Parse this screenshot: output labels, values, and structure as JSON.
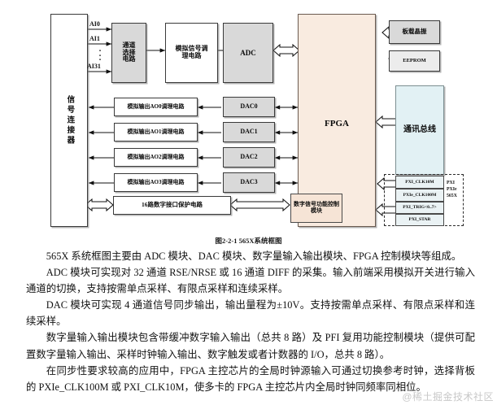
{
  "diagram": {
    "signal_connector": "信号连接器",
    "channel_select": "通道选择电路",
    "analog_conditioning": "模拟信号调理电路",
    "adc": "ADC",
    "fpga": "FPGA",
    "digital_ctrl_module": "数字信号功能控制模块",
    "onboard_crystal": "板载晶振",
    "eeprom": "EEPROM",
    "comm_bus": "通讯总线",
    "dio_protect": "16路数字接口保护电路",
    "ai_labels": [
      "AI0",
      "AI1",
      "AI31"
    ],
    "ao_blocks": [
      "模拟输出AO0调理电路",
      "模拟输出AO1调理电路",
      "模拟输出AO2调理电路",
      "模拟输出AO3调理电路"
    ],
    "dac_blocks": [
      "DAC0",
      "DAC1",
      "DAC2",
      "DAC3"
    ],
    "pxi_signals": [
      "PXI_CLK10M",
      "PXIe_CLK100M",
      "PXI_TRIG<0..7>",
      "PXI_STAR"
    ],
    "pxi_side_label": "PXI\nPXIe\n565X",
    "colors": {
      "block_grey": "#d9d9d9",
      "fpga_peach": "#f9ebe0",
      "bus_cyan": "#e2f1f4",
      "border": "#3a3a3a"
    }
  },
  "caption": "图2-2-1 565X系统框图",
  "paragraphs": [
    "565X 系统框图主要由 ADC 模块、DAC 模块、数字量输入输出模块、FPGA 控制模块等组成。",
    "ADC 模块可实现对 32 通道 RSE/NRSE 或 16 通道 DIFF 的采集。输入前端采用模拟开关进行输入通道的切换，支持按需单点采样、有限点采样和连续采样。",
    "DAC 模块可实现 4 通道信号同步输出，输出量程为±10V。支持按需单点采样、有限点采样和连续采样。",
    "数字量输入输出模块包含带缓冲数字输入输出（总共 8 路）及 PFI 复用功能控制模块（提供可配置数字量输入输出、采样时钟输入输出、数字触发或者计数器的 I/O，总共 8 路）。",
    "在同步性要求较高的应用中，FPGA 主控芯片的全局时钟源输入可通过切换参考时钟，选择背板的 PXIe_CLK100M 或 PXI_CLK10M，使多卡的 FPGA 主控芯片内全局时钟同频率同相位。"
  ],
  "watermark": "@稀土掘金技术社区"
}
